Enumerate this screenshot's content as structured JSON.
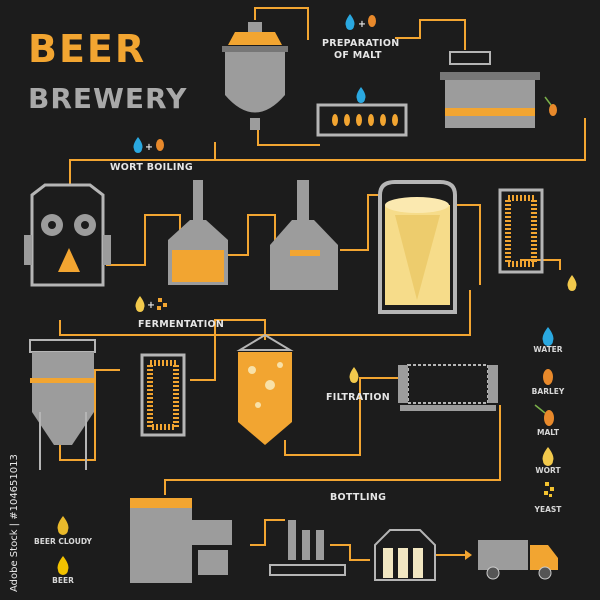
{
  "title": {
    "line1": "BEER",
    "line2": "BREWERY"
  },
  "steps": {
    "preparation_line1": "PREPARATION",
    "preparation_line2": "OF MALT",
    "wort_boiling": "WORT BOILING",
    "fermentation": "FERMENTATION",
    "filtration": "FILTRATION",
    "bottling": "BOTTLING"
  },
  "legend": [
    {
      "label": "WATER",
      "icon": "water-drop-icon",
      "color": "#2aa8e0"
    },
    {
      "label": "BARLEY",
      "icon": "barley-grain-icon",
      "color": "#e8892b"
    },
    {
      "label": "MALT",
      "icon": "malt-sprout-icon",
      "color": "#e8892b"
    },
    {
      "label": "WORT",
      "icon": "wort-drop-icon",
      "color": "#f2c94c"
    },
    {
      "label": "YEAST",
      "icon": "yeast-icon",
      "color": "#f2c230"
    }
  ],
  "products": [
    {
      "label": "BEER CLOUDY",
      "icon": "cloudy-beer-drop-icon",
      "color": "#e9b92b"
    },
    {
      "label": "BEER",
      "icon": "beer-drop-icon",
      "color": "#f2c200"
    }
  ],
  "colors": {
    "background": "#1c1c1c",
    "accent": "#f2a531",
    "equipment": "#9c9c9c",
    "water": "#2aa8e0"
  },
  "watermark": "Adobe Stock | #104651013"
}
